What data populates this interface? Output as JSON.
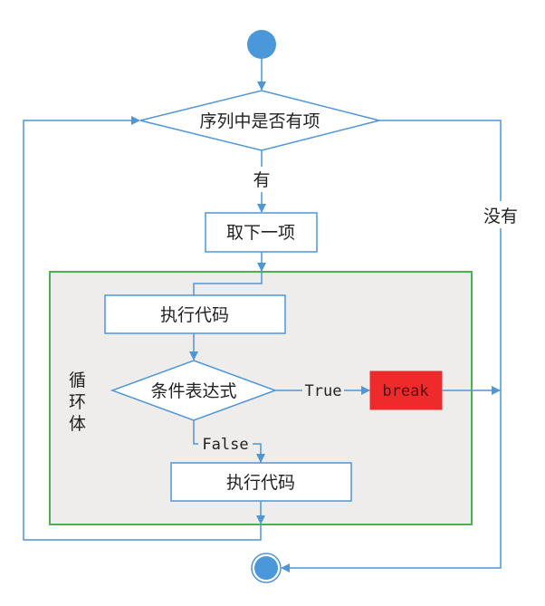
{
  "diagram": {
    "type": "flowchart",
    "title": "for 循环 break 流程图",
    "colors": {
      "line": "#4f96d6",
      "node_fill": "#4a97da",
      "loop_body_border": "#4caf50",
      "loop_body_fill": "#eeedec",
      "break_fill": "#ee2a2a",
      "text": "#222222"
    },
    "nodes": {
      "start": {
        "kind": "start"
      },
      "check": {
        "kind": "decision",
        "label": "序列中是否有项"
      },
      "next_item": {
        "kind": "process",
        "label": "取下一项"
      },
      "loop_body": {
        "kind": "group",
        "label": "循环体"
      },
      "exec1": {
        "kind": "process",
        "label": "执行代码"
      },
      "condition": {
        "kind": "decision",
        "label": "条件表达式"
      },
      "break_node": {
        "kind": "process",
        "label": "break"
      },
      "exec2": {
        "kind": "process",
        "label": "执行代码"
      },
      "end": {
        "kind": "end"
      }
    },
    "edges": {
      "yes_label": "有",
      "no_label": "没有",
      "true_label": "True",
      "false_label": "False"
    }
  }
}
